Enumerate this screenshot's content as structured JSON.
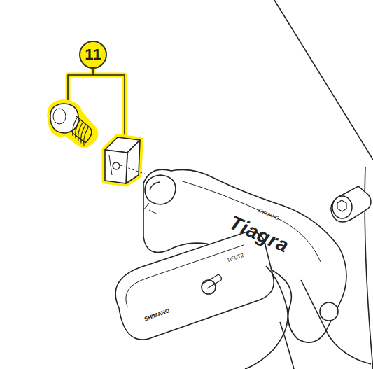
{
  "diagram": {
    "nodes": [
      {
        "text": [
          "11"
        ]
      }
    ],
    "labels": [
      "SHIMANO",
      "Tiagra",
      "SHIMANO",
      "R50T2"
    ]
  }
}
